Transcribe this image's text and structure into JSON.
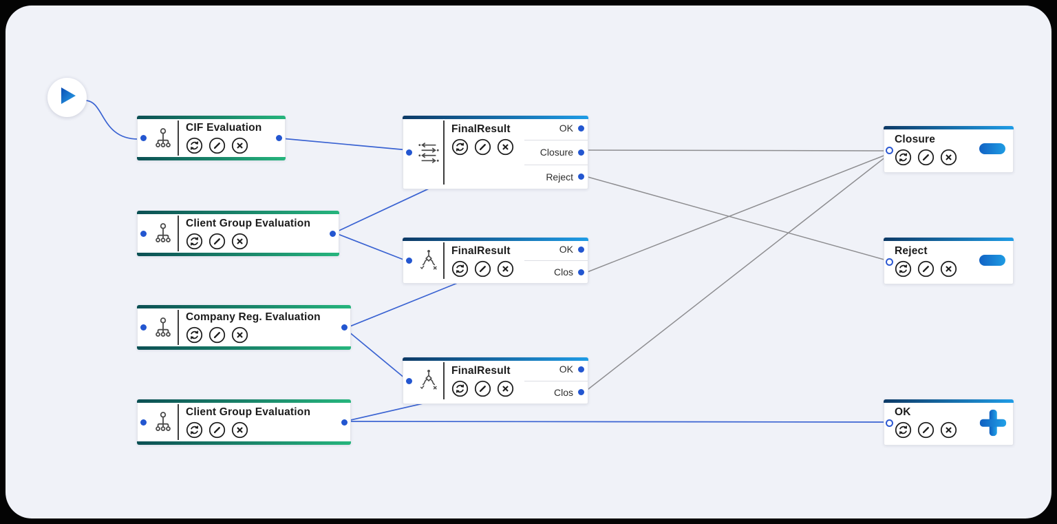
{
  "app": {
    "name": "workflow-designer-canvas"
  },
  "palette": {
    "outer_bg": "#040404",
    "canvas_bg": "#f0f2f8",
    "node_bg": "#ffffff",
    "evaluation_bar_gradient": [
      "#0c5054",
      "#26b57d"
    ],
    "result_bar_gradient": [
      "#0d3a66",
      "#1f9ce6"
    ],
    "port_blue": "#2356d0",
    "edge_blue": "#3a63d2",
    "edge_gray": "#8d8d90",
    "badge_gradient": [
      "#1162c4",
      "#1f9ce3"
    ]
  },
  "start": {
    "icon": "play-icon"
  },
  "nodes": [
    {
      "id": "cif-evaluation",
      "type": "evaluation",
      "icon": "hierarchy-icon",
      "title": "CIF Evaluation",
      "actions": [
        "sync",
        "edit",
        "delete"
      ]
    },
    {
      "id": "client-group-evaluation-1",
      "type": "evaluation",
      "icon": "hierarchy-icon",
      "title": "Client Group Evaluation",
      "actions": [
        "sync",
        "edit",
        "delete"
      ]
    },
    {
      "id": "company-reg-evaluation",
      "type": "evaluation",
      "icon": "hierarchy-icon",
      "title": "Company Reg. Evaluation",
      "actions": [
        "sync",
        "edit",
        "delete"
      ]
    },
    {
      "id": "client-group-evaluation-2",
      "type": "evaluation",
      "icon": "hierarchy-icon",
      "title": "Client Group Evaluation",
      "actions": [
        "sync",
        "edit",
        "delete"
      ]
    },
    {
      "id": "final-result-1",
      "type": "result",
      "icon": "swap-arrows-icon",
      "title": "FinalResult",
      "actions": [
        "sync",
        "edit",
        "delete"
      ],
      "outputs": [
        "OK",
        "Closure",
        "Reject"
      ]
    },
    {
      "id": "final-result-2",
      "type": "result",
      "icon": "decision-branch-icon",
      "title": "FinalResult",
      "actions": [
        "sync",
        "edit",
        "delete"
      ],
      "outputs": [
        "OK",
        "Clos"
      ]
    },
    {
      "id": "final-result-3",
      "type": "result",
      "icon": "decision-branch-icon",
      "title": "FinalResult",
      "actions": [
        "sync",
        "edit",
        "delete"
      ],
      "outputs": [
        "OK",
        "Clos"
      ]
    },
    {
      "id": "closure-end",
      "type": "end",
      "title": "Closure",
      "actions": [
        "sync",
        "edit",
        "delete"
      ],
      "badge": "minus-pill-icon"
    },
    {
      "id": "reject-end",
      "type": "end",
      "title": "Reject",
      "actions": [
        "sync",
        "edit",
        "delete"
      ],
      "badge": "minus-pill-icon"
    },
    {
      "id": "ok-end",
      "type": "end",
      "title": "OK",
      "actions": [
        "sync",
        "edit",
        "delete"
      ],
      "badge": "plus-icon"
    }
  ],
  "edges": [
    {
      "from": "start",
      "to": "cif-evaluation",
      "color": "blue"
    },
    {
      "from": "cif-evaluation",
      "to": "final-result-1",
      "color": "blue"
    },
    {
      "from": "client-group-evaluation-1",
      "to": "final-result-1",
      "color": "blue"
    },
    {
      "from": "client-group-evaluation-1",
      "to": "final-result-2",
      "color": "blue"
    },
    {
      "from": "company-reg-evaluation",
      "to": "final-result-2",
      "color": "blue"
    },
    {
      "from": "company-reg-evaluation",
      "to": "final-result-3",
      "color": "blue"
    },
    {
      "from": "client-group-evaluation-2",
      "to": "final-result-3",
      "color": "blue"
    },
    {
      "from": "client-group-evaluation-2",
      "to": "ok-end",
      "color": "blue"
    },
    {
      "from": "final-result-1",
      "port": "Closure",
      "to": "closure-end",
      "color": "gray"
    },
    {
      "from": "final-result-1",
      "port": "Reject",
      "to": "reject-end",
      "color": "gray"
    },
    {
      "from": "final-result-2",
      "port": "Clos",
      "to": "closure-end",
      "color": "gray"
    },
    {
      "from": "final-result-3",
      "port": "Clos",
      "to": "closure-end",
      "color": "gray"
    }
  ]
}
